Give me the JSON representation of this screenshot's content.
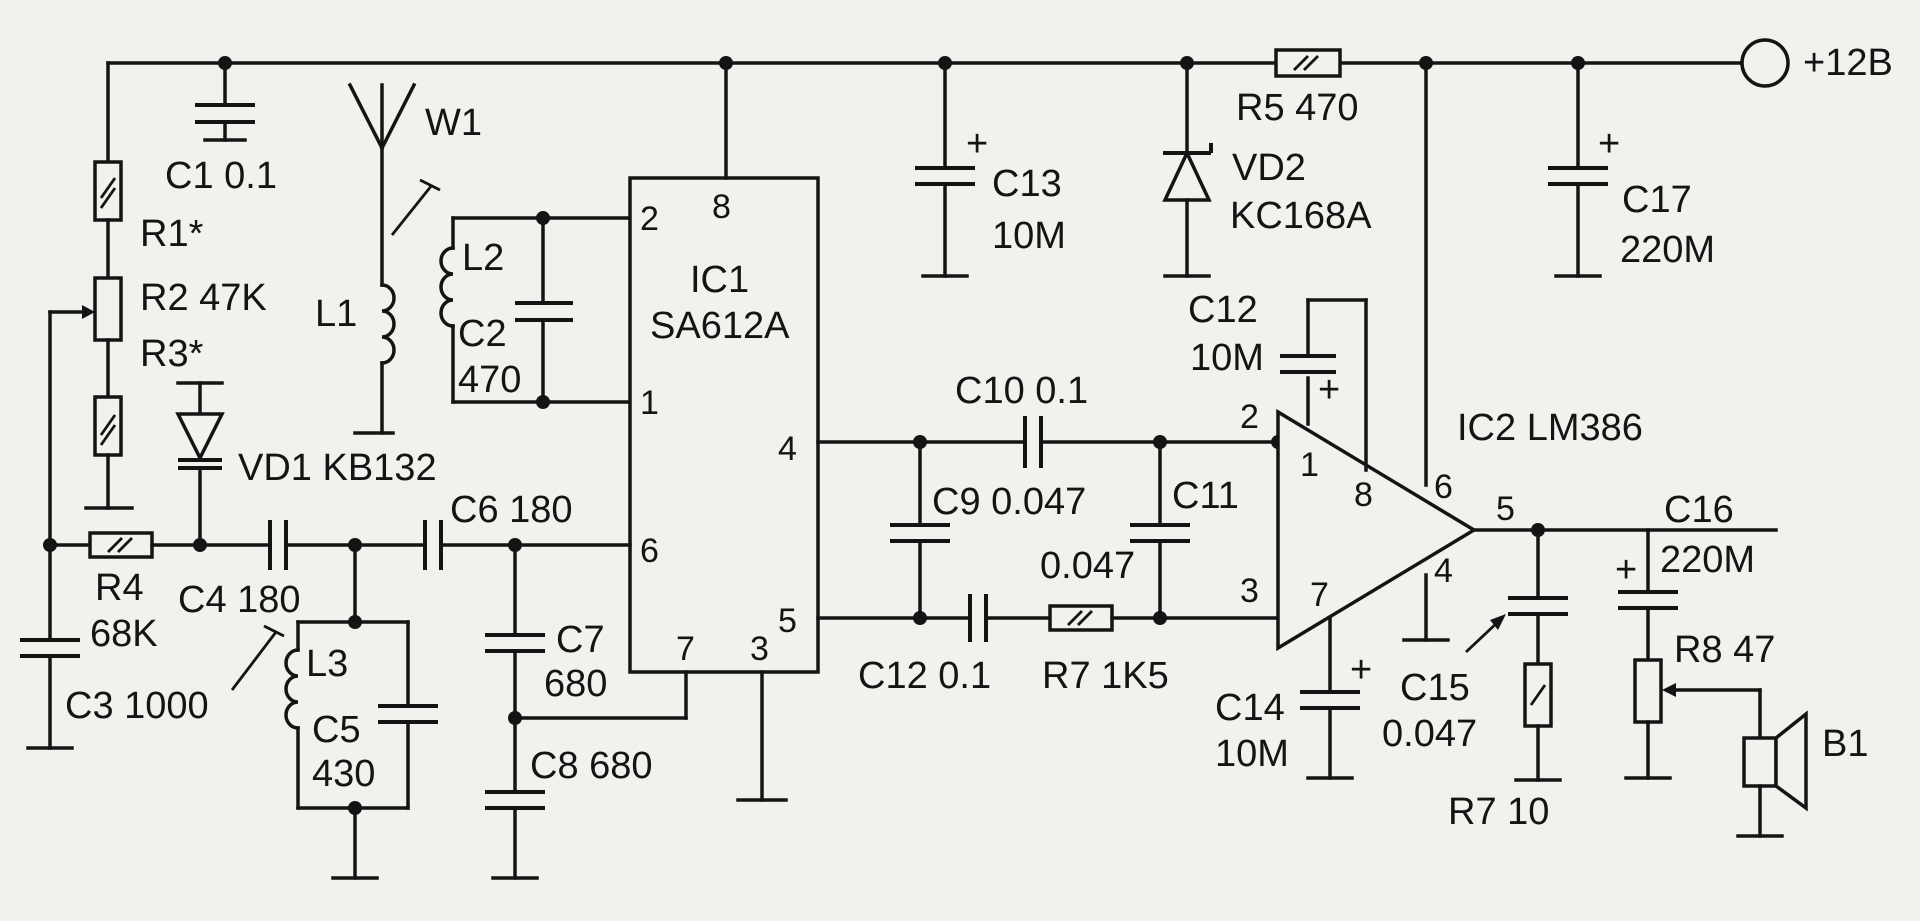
{
  "supply": "+12B",
  "antenna": "W1",
  "ic1": {
    "name": "IC1",
    "part": "SA612A",
    "pins": [
      "8",
      "2",
      "1",
      "4",
      "6",
      "5",
      "7",
      "3"
    ]
  },
  "ic2": {
    "name": "IC2 LM386",
    "pins": [
      "2",
      "1",
      "8",
      "6",
      "5",
      "3",
      "7",
      "4"
    ]
  },
  "labels": {
    "c1": "C1 0.1",
    "r1": "R1*",
    "r2": "R2 47K",
    "r3": "R3*",
    "l1": "L1",
    "l2": "L2",
    "c2a": "C2",
    "c2b": "470",
    "vd1": "VD1 KB132",
    "r4a": "R4",
    "r4b": "68K",
    "c4": "C4 180",
    "c6": "C6 180",
    "c3": "C3 1000",
    "l3": "L3",
    "c5a": "C5",
    "c5b": "430",
    "c7a": "C7",
    "c7b": "680",
    "c8": "C8 680",
    "c13a": "C13",
    "c13b": "10M",
    "vd2a": "VD2",
    "vd2b": "KC168A",
    "r5": "R5 470",
    "c17a": "C17",
    "c17b": "220M",
    "c12a": "C12",
    "c12b": "10M",
    "c10": "C10 0.1",
    "c9": "C9 0.047",
    "c11a": "C11",
    "c11b": "0.047",
    "c12c": "C12 0.1",
    "r7a": "R7 1K5",
    "c14a": "C14",
    "c14b": "10M",
    "c15a": "C15",
    "c15b": "0.047",
    "r7b": "R7 10",
    "c16a": "C16",
    "c16b": "220M",
    "r8": "R8 47",
    "b1": "B1",
    "plus": "+"
  }
}
